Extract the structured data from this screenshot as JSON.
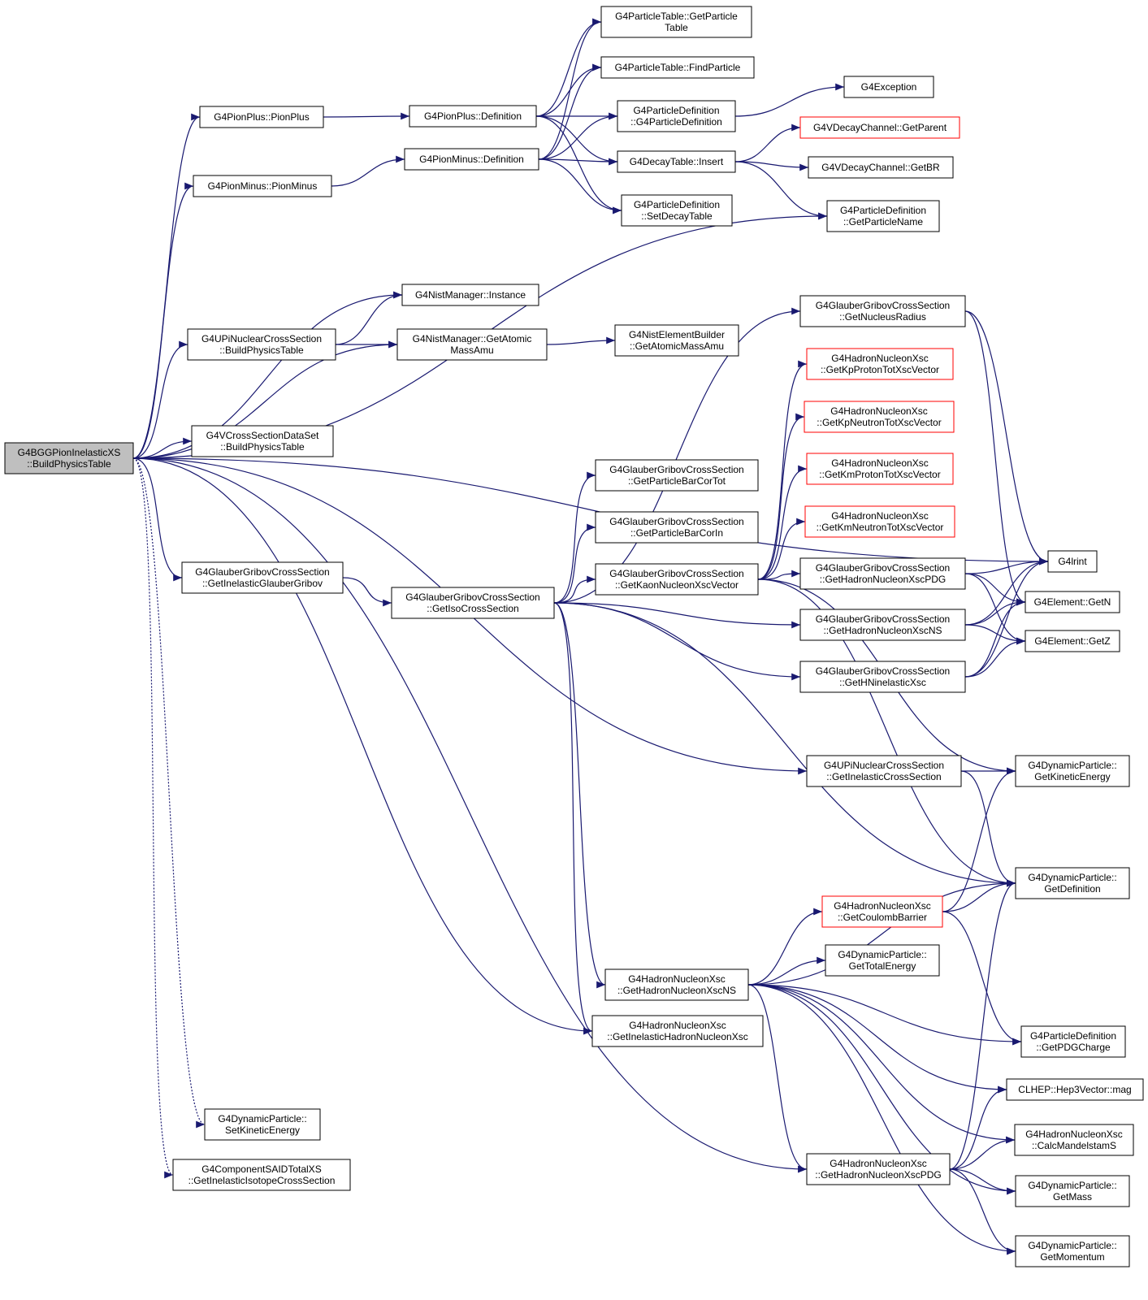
{
  "colors": {
    "edge": "#191970",
    "node_border": "#000000",
    "truncated_border": "#ff0000",
    "root_fill": "#bfbfbf"
  },
  "nodes": [
    {
      "id": "root",
      "lines": [
        "G4BGGPionInelasticXS",
        "::BuildPhysicsTable"
      ],
      "root": true
    },
    {
      "id": "ptgpt",
      "lines": [
        "G4ParticleTable::GetParticle",
        "Table"
      ]
    },
    {
      "id": "ptfp",
      "lines": [
        "G4ParticleTable::FindParticle"
      ]
    },
    {
      "id": "exc",
      "lines": [
        "G4Exception"
      ]
    },
    {
      "id": "ppc",
      "lines": [
        "G4PionPlus::PionPlus"
      ]
    },
    {
      "id": "ppd",
      "lines": [
        "G4PionPlus::Definition"
      ]
    },
    {
      "id": "pdc",
      "lines": [
        "G4ParticleDefinition",
        "::G4ParticleDefinition"
      ]
    },
    {
      "id": "vdgp",
      "lines": [
        "G4VDecayChannel::GetParent"
      ],
      "truncated": true
    },
    {
      "id": "pmd",
      "lines": [
        "G4PionMinus::Definition"
      ]
    },
    {
      "id": "dti",
      "lines": [
        "G4DecayTable::Insert"
      ]
    },
    {
      "id": "vdgbr",
      "lines": [
        "G4VDecayChannel::GetBR"
      ]
    },
    {
      "id": "pmc",
      "lines": [
        "G4PionMinus::PionMinus"
      ]
    },
    {
      "id": "pdsd",
      "lines": [
        "G4ParticleDefinition",
        "::SetDecayTable"
      ]
    },
    {
      "id": "pdgpn",
      "lines": [
        "G4ParticleDefinition",
        "::GetParticleName"
      ]
    },
    {
      "id": "nmi",
      "lines": [
        "G4NistManager::Instance"
      ]
    },
    {
      "id": "ggnr",
      "lines": [
        "G4GlauberGribovCrossSection",
        "::GetNucleusRadius"
      ]
    },
    {
      "id": "upbpt",
      "lines": [
        "G4UPiNuclearCrossSection",
        "::BuildPhysicsTable"
      ]
    },
    {
      "id": "nmgam",
      "lines": [
        "G4NistManager::GetAtomic",
        "MassAmu"
      ]
    },
    {
      "id": "nebgam",
      "lines": [
        "G4NistElementBuilder",
        "::GetAtomicMassAmu"
      ]
    },
    {
      "id": "hkpp",
      "lines": [
        "G4HadronNucleonXsc",
        "::GetKpProtonTotXscVector"
      ],
      "truncated": true
    },
    {
      "id": "hkpn",
      "lines": [
        "G4HadronNucleonXsc",
        "::GetKpNeutronTotXscVector"
      ],
      "truncated": true
    },
    {
      "id": "vcsbpt",
      "lines": [
        "G4VCrossSectionDataSet",
        "::BuildPhysicsTable"
      ]
    },
    {
      "id": "ggbct",
      "lines": [
        "G4GlauberGribovCrossSection",
        "::GetParticleBarCorTot"
      ]
    },
    {
      "id": "hkmp",
      "lines": [
        "G4HadronNucleonXsc",
        "::GetKmProtonTotXscVector"
      ],
      "truncated": true
    },
    {
      "id": "ggbci",
      "lines": [
        "G4GlauberGribovCrossSection",
        "::GetParticleBarCorIn"
      ]
    },
    {
      "id": "hkmn",
      "lines": [
        "G4HadronNucleonXsc",
        "::GetKmNeutronTotXscVector"
      ],
      "truncated": true
    },
    {
      "id": "ggigg",
      "lines": [
        "G4GlauberGribovCrossSection",
        "::GetInelasticGlauberGribov"
      ]
    },
    {
      "id": "ggknx",
      "lines": [
        "G4GlauberGribovCrossSection",
        "::GetKaonNucleonXscVector"
      ]
    },
    {
      "id": "lrint",
      "lines": [
        "G4lrint"
      ]
    },
    {
      "id": "gghpdg",
      "lines": [
        "G4GlauberGribovCrossSection",
        "::GetHadronNucleonXscPDG"
      ]
    },
    {
      "id": "ggiso",
      "lines": [
        "G4GlauberGribovCrossSection",
        "::GetIsoCrossSection"
      ]
    },
    {
      "id": "egn",
      "lines": [
        "G4Element::GetN"
      ]
    },
    {
      "id": "gghns",
      "lines": [
        "G4GlauberGribovCrossSection",
        "::GetHadronNucleonXscNS"
      ]
    },
    {
      "id": "egz",
      "lines": [
        "G4Element::GetZ"
      ]
    },
    {
      "id": "gghn",
      "lines": [
        "G4GlauberGribovCrossSection",
        "::GetHNinelasticXsc"
      ]
    },
    {
      "id": "upics",
      "lines": [
        "G4UPiNuclearCrossSection",
        "::GetInelasticCrossSection"
      ]
    },
    {
      "id": "dpgke",
      "lines": [
        "G4DynamicParticle::",
        "GetKineticEnergy"
      ]
    },
    {
      "id": "dpgd",
      "lines": [
        "G4DynamicParticle::",
        "GetDefinition"
      ]
    },
    {
      "id": "hcb",
      "lines": [
        "G4HadronNucleonXsc",
        "::GetCoulombBarrier"
      ],
      "truncated": true
    },
    {
      "id": "dpgte",
      "lines": [
        "G4DynamicParticle::",
        "GetTotalEnergy"
      ]
    },
    {
      "id": "hns",
      "lines": [
        "G4HadronNucleonXsc",
        "::GetHadronNucleonXscNS"
      ]
    },
    {
      "id": "hinx",
      "lines": [
        "G4HadronNucleonXsc",
        "::GetInelasticHadronNucleonXsc"
      ]
    },
    {
      "id": "pdgc",
      "lines": [
        "G4ParticleDefinition",
        "::GetPDGCharge"
      ]
    },
    {
      "id": "h3mag",
      "lines": [
        "CLHEP::Hep3Vector::mag"
      ]
    },
    {
      "id": "dpske",
      "lines": [
        "G4DynamicParticle::",
        "SetKineticEnergy"
      ]
    },
    {
      "id": "hcms",
      "lines": [
        "G4HadronNucleonXsc",
        "::CalcMandelstamS"
      ]
    },
    {
      "id": "csaid",
      "lines": [
        "G4ComponentSAIDTotalXS",
        "::GetInelasticIsotopeCrossSection"
      ]
    },
    {
      "id": "hpdg",
      "lines": [
        "G4HadronNucleonXsc",
        "::GetHadronNucleonXscPDG"
      ]
    },
    {
      "id": "dpgm",
      "lines": [
        "G4DynamicParticle::",
        "GetMass"
      ]
    },
    {
      "id": "dpgmom",
      "lines": [
        "G4DynamicParticle::",
        "GetMomentum"
      ]
    }
  ],
  "edges": [
    [
      "root",
      "ppc"
    ],
    [
      "root",
      "pmc"
    ],
    [
      "root",
      "pdgpn"
    ],
    [
      "root",
      "nmi"
    ],
    [
      "root",
      "upbpt"
    ],
    [
      "root",
      "nmgam"
    ],
    [
      "root",
      "vcsbpt"
    ],
    [
      "root",
      "lrint"
    ],
    [
      "root",
      "ggigg"
    ],
    [
      "root",
      "upics"
    ],
    [
      "root",
      "hinx"
    ],
    [
      "root",
      "hpdg"
    ],
    [
      "root",
      "dpske",
      "dotted"
    ],
    [
      "root",
      "csaid",
      "dotted"
    ],
    [
      "ppc",
      "ppd"
    ],
    [
      "ppd",
      "ptgpt"
    ],
    [
      "ppd",
      "ptfp"
    ],
    [
      "ppd",
      "pdc"
    ],
    [
      "ppd",
      "dti"
    ],
    [
      "ppd",
      "pdsd"
    ],
    [
      "pmc",
      "pmd"
    ],
    [
      "pmd",
      "ptgpt"
    ],
    [
      "pmd",
      "ptfp"
    ],
    [
      "pmd",
      "pdc"
    ],
    [
      "pmd",
      "dti"
    ],
    [
      "pmd",
      "pdsd"
    ],
    [
      "pdc",
      "exc"
    ],
    [
      "dti",
      "vdgp"
    ],
    [
      "dti",
      "vdgbr"
    ],
    [
      "dti",
      "pdgpn"
    ],
    [
      "upbpt",
      "nmi"
    ],
    [
      "upbpt",
      "nmgam"
    ],
    [
      "nmgam",
      "nebgam"
    ],
    [
      "ggigg",
      "ggiso"
    ],
    [
      "ggiso",
      "ggnr"
    ],
    [
      "ggiso",
      "ggbct"
    ],
    [
      "ggiso",
      "ggbci"
    ],
    [
      "ggiso",
      "ggknx"
    ],
    [
      "ggiso",
      "gghns"
    ],
    [
      "ggiso",
      "gghn"
    ],
    [
      "ggiso",
      "dpgd"
    ],
    [
      "ggiso",
      "hns"
    ],
    [
      "ggiso",
      "hinx"
    ],
    [
      "ggnr",
      "lrint"
    ],
    [
      "ggnr",
      "egn"
    ],
    [
      "ggknx",
      "hkpp"
    ],
    [
      "ggknx",
      "hkpn"
    ],
    [
      "ggknx",
      "hkmp"
    ],
    [
      "ggknx",
      "hkmn"
    ],
    [
      "ggknx",
      "gghpdg"
    ],
    [
      "ggknx",
      "dpgke"
    ],
    [
      "ggknx",
      "dpgd"
    ],
    [
      "gghpdg",
      "lrint"
    ],
    [
      "gghpdg",
      "egn"
    ],
    [
      "gghpdg",
      "egz"
    ],
    [
      "gghns",
      "lrint"
    ],
    [
      "gghns",
      "egn"
    ],
    [
      "gghns",
      "egz"
    ],
    [
      "gghn",
      "lrint"
    ],
    [
      "gghn",
      "egn"
    ],
    [
      "gghn",
      "egz"
    ],
    [
      "upics",
      "dpgke"
    ],
    [
      "upics",
      "dpgd"
    ],
    [
      "hcb",
      "dpgke"
    ],
    [
      "hcb",
      "dpgd"
    ],
    [
      "hcb",
      "pdgc"
    ],
    [
      "hns",
      "hcb"
    ],
    [
      "hns",
      "dpgte"
    ],
    [
      "hns",
      "dpgd"
    ],
    [
      "hns",
      "pdgc"
    ],
    [
      "hns",
      "h3mag"
    ],
    [
      "hns",
      "hcms"
    ],
    [
      "hns",
      "hpdg"
    ],
    [
      "hns",
      "dpgm"
    ],
    [
      "hns",
      "dpgmom"
    ],
    [
      "hpdg",
      "dpgd"
    ],
    [
      "hpdg",
      "h3mag"
    ],
    [
      "hpdg",
      "hcms"
    ],
    [
      "hpdg",
      "dpgm"
    ],
    [
      "hpdg",
      "dpgmom"
    ]
  ]
}
